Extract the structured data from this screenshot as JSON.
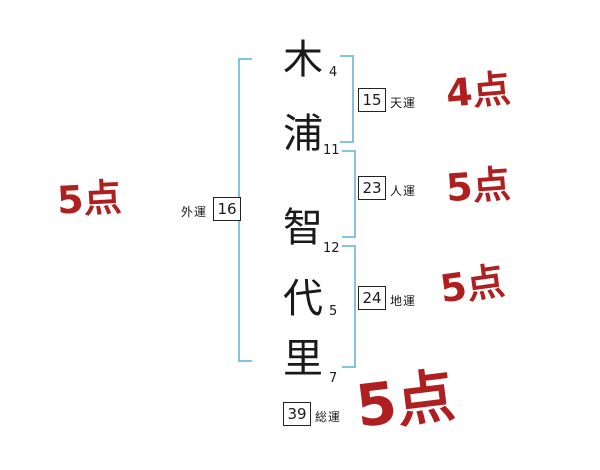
{
  "name": {
    "characters": [
      {
        "char": "木",
        "strokes": "4"
      },
      {
        "char": "浦",
        "strokes": "11"
      },
      {
        "char": "智",
        "strokes": "12"
      },
      {
        "char": "代",
        "strokes": "5"
      },
      {
        "char": "里",
        "strokes": "7"
      }
    ]
  },
  "fortunes": {
    "tenun": {
      "label": "天運",
      "value": "15",
      "score": "4点"
    },
    "jinun": {
      "label": "人運",
      "value": "23",
      "score": "5点"
    },
    "chiun": {
      "label": "地運",
      "value": "24",
      "score": "5点"
    },
    "gaiun": {
      "label": "外運",
      "value": "16",
      "score": "5点"
    },
    "soun": {
      "label": "総運",
      "value": "39",
      "score": "5点"
    }
  },
  "colors": {
    "bracket_blue": "#85c3e3",
    "score_red": "#b01f1f",
    "ink_black": "#1a1a1a"
  }
}
